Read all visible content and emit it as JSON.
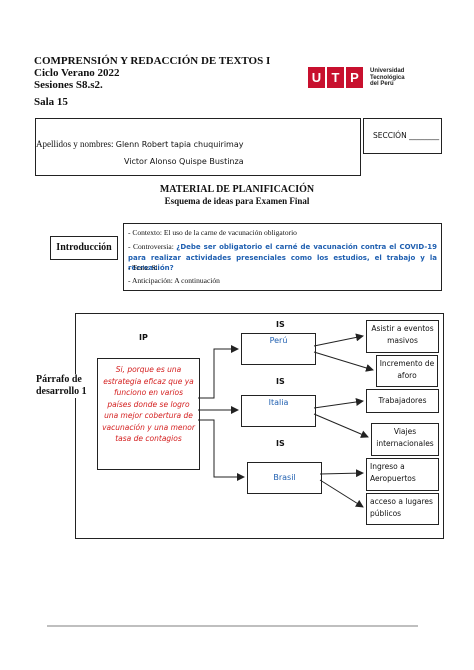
{
  "header": {
    "course": "COMPRENSIÓN Y REDACCIÓN DE TEXTOS I",
    "cycle": "Ciclo Verano 2022",
    "sessions": "Sesiones S8.s2.",
    "room": "Sala 15"
  },
  "logo": {
    "letters": [
      "U",
      "T",
      "P"
    ],
    "line1": "Universidad",
    "line2": "Tecnológica",
    "line3": "del Perú",
    "brand_color": "#c8102e"
  },
  "student_box": {
    "names_label": "Apellidos y nombres:",
    "name1": "Glenn Robert tapia chuquirimay",
    "name2": "Victor Alonso Quispe Bustinza",
    "section": "SECCIÓN ________"
  },
  "title": {
    "main": "MATERIAL DE PLANIFICACIÓN",
    "sub": "Esquema de ideas para Examen Final"
  },
  "intro": {
    "label": "Introducción",
    "contexto": "- Contexto: El uso de la carne de vacunación obligatorio",
    "controversia_prefix": "- Controversia:",
    "controversia_text": "¿Debe ser obligatorio el carné de vacunación contra el COVID-19 para realizar actividades presenciales como los estudios, el trabajo y la recreación?",
    "tesis": "- Tesis: Si",
    "anticipacion": "- Anticipación: A continuación"
  },
  "desarrollo": {
    "label_line1": "Párrafo de",
    "label_line2": "desarrollo 1",
    "ip_label": "IP",
    "ip_text": "Si, porque es una estrategia eficaz que ya funciono en varios países donde se logro una mejor cobertura de vacunación y una menor tasa de contagios",
    "is_label": "IS",
    "countries": [
      "Perú",
      "Italia",
      "Brasil"
    ],
    "details": [
      "Asistir a eventos masivos",
      "Incremento de aforo",
      "Trabajadores",
      "Viajes internacionales",
      "Ingreso a Aeropuertos",
      "acceso a lugares públicos"
    ],
    "text_blue": "#1f5fb0",
    "text_red": "#d42020"
  }
}
